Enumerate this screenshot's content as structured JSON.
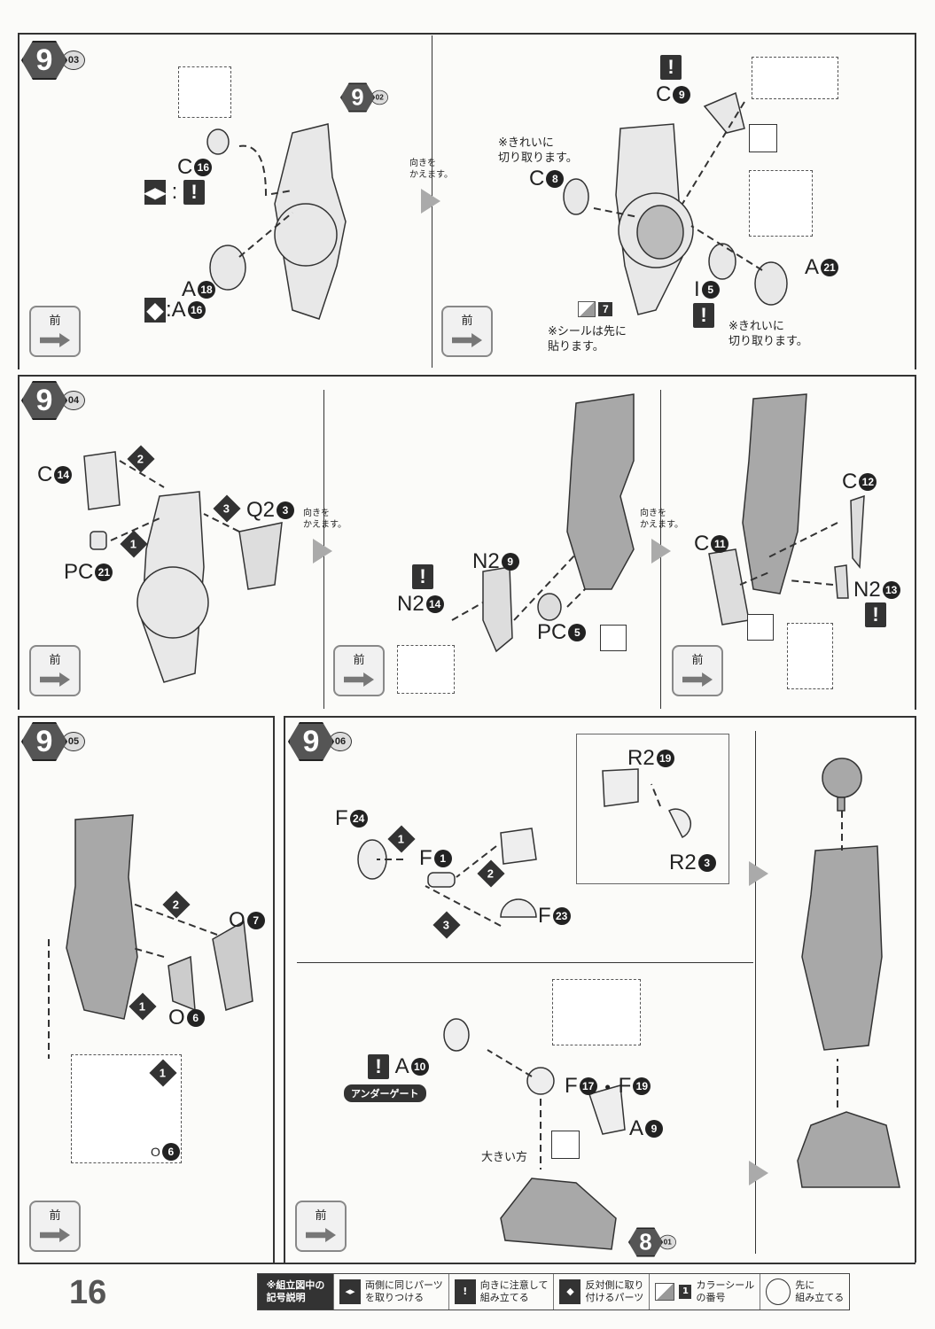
{
  "page_number": "16",
  "front_label": "前",
  "turn_text": "向きを\nかえます。",
  "steps": {
    "s903": {
      "main": "9",
      "sub": "03"
    },
    "s902": {
      "main": "9",
      "sub": "02"
    },
    "s904": {
      "main": "9",
      "sub": "04"
    },
    "s905": {
      "main": "9",
      "sub": "05"
    },
    "s906": {
      "main": "9",
      "sub": "06"
    },
    "s801": {
      "main": "8",
      "sub": "01"
    }
  },
  "parts": {
    "c16": {
      "p": "C",
      "n": "16"
    },
    "a18": {
      "p": "A",
      "n": "18"
    },
    "a16": {
      "p": "A",
      "n": "16"
    },
    "c9": {
      "p": "C",
      "n": "9"
    },
    "c8": {
      "p": "C",
      "n": "8"
    },
    "a21": {
      "p": "A",
      "n": "21"
    },
    "i5": {
      "p": "I",
      "n": "5"
    },
    "c14": {
      "p": "C",
      "n": "14"
    },
    "q23": {
      "p": "Q2",
      "n": "3"
    },
    "pc21": {
      "p": "PC",
      "n": "21"
    },
    "n29": {
      "p": "N2",
      "n": "9"
    },
    "n214": {
      "p": "N2",
      "n": "14"
    },
    "pc5": {
      "p": "PC",
      "n": "5"
    },
    "c12": {
      "p": "C",
      "n": "12"
    },
    "c11": {
      "p": "C",
      "n": "11"
    },
    "n213": {
      "p": "N2",
      "n": "13"
    },
    "o7": {
      "p": "O",
      "n": "7"
    },
    "o6": {
      "p": "O",
      "n": "6"
    },
    "o6b": {
      "p": "O",
      "n": "6"
    },
    "r219": {
      "p": "R2",
      "n": "19"
    },
    "r23": {
      "p": "R2",
      "n": "3"
    },
    "f24": {
      "p": "F",
      "n": "24"
    },
    "f1": {
      "p": "F",
      "n": "1"
    },
    "f23": {
      "p": "F",
      "n": "23"
    },
    "a10": {
      "p": "A",
      "n": "10"
    },
    "f17": {
      "p": "F",
      "n": "17"
    },
    "f19": {
      "p": "F",
      "n": "19"
    },
    "a9": {
      "p": "A",
      "n": "9"
    }
  },
  "notes": {
    "cut_clean": "※きれいに\n切り取ります。",
    "seal_first": "※シールは先に\n貼ります。",
    "seal_num": "7",
    "under_gate": "アンダーゲート",
    "bigger_side": "大きい方",
    "f_dot": "・"
  },
  "order": [
    "1",
    "2",
    "3"
  ],
  "legend": {
    "title": "※組立図中の\n記号説明",
    "items": [
      {
        "icon": "both-sides-icon",
        "text": "両側に同じパーツ\nを取りつける"
      },
      {
        "icon": "caution-icon",
        "text": "向きに注意して\n組み立てる"
      },
      {
        "icon": "opposite-side-icon",
        "text": "反対側に取り\n付けるパーツ"
      },
      {
        "icon": "color-seal-icon",
        "text": "カラーシール\nの番号",
        "num": "1"
      },
      {
        "icon": "assemble-first-icon",
        "text": "先に\n組み立てる"
      }
    ]
  },
  "caution_mark": "!",
  "colors": {
    "part_fill": "#a8a8a8",
    "ink": "#222222",
    "panel_line": "#333333"
  }
}
